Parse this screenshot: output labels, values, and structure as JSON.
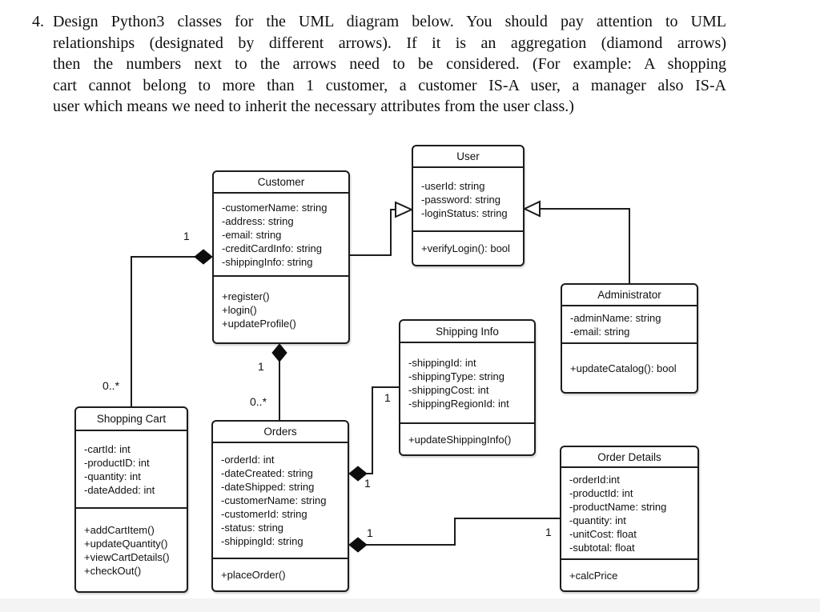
{
  "problem": {
    "number": "4.",
    "lines": [
      "Design Python3 classes for the UML diagram below. You should pay attention to UML",
      "relationships (designated by different arrows). If it is an aggregation (diamond arrows)",
      "then the numbers next to the arrows need to be considered. (For example: A shopping",
      "cart cannot belong to more than 1 customer, a customer IS-A user, a manager also IS-A",
      "user which means we need to inherit the necessary attributes from the user class.)"
    ]
  },
  "diagram": {
    "classes": {
      "user": {
        "title": "User",
        "attributes": [
          "-userId: string",
          "-password: string",
          "-loginStatus: string"
        ],
        "methods": [
          "+verifyLogin(): bool"
        ]
      },
      "customer": {
        "title": "Customer",
        "attributes": [
          "-customerName: string",
          "-address: string",
          "-email: string",
          "-creditCardInfo: string",
          "-shippingInfo: string"
        ],
        "methods": [
          "+register()",
          "+login()",
          "+updateProfile()"
        ]
      },
      "administrator": {
        "title": "Administrator",
        "attributes": [
          "-adminName: string",
          "-email: string"
        ],
        "methods": [
          "+updateCatalog(): bool"
        ]
      },
      "shipping_info": {
        "title": "Shipping Info",
        "attributes": [
          "-shippingId: int",
          "-shippingType: string",
          "-shippingCost: int",
          "-shippingRegionId: int"
        ],
        "methods": [
          "+updateShippingInfo()"
        ]
      },
      "shopping_cart": {
        "title": "Shopping Cart",
        "attributes": [
          "-cartId: int",
          "-productID: int",
          "-quantity: int",
          "-dateAdded: int"
        ],
        "methods": [
          "+addCartItem()",
          "+updateQuantity()",
          "+viewCartDetails()",
          "+checkOut()"
        ]
      },
      "orders": {
        "title": "Orders",
        "attributes": [
          "-orderId: int",
          "-dateCreated: string",
          "-dateShipped: string",
          "-customerName: string",
          "-customerId: string",
          "-status: string",
          "-shippingId: string"
        ],
        "methods": [
          "+placeOrder()"
        ]
      },
      "order_details": {
        "title": "Order Details",
        "attributes": [
          "-orderId:int",
          "-productId: int",
          "-productName: string",
          "-quantity: int",
          "-unitCost: float",
          "-subtotal: float"
        ],
        "methods": [
          "+calcPrice"
        ]
      }
    },
    "relationships": [
      {
        "type": "inheritance",
        "from": "Customer",
        "to": "User"
      },
      {
        "type": "inheritance",
        "from": "Administrator",
        "to": "User"
      },
      {
        "type": "aggregation",
        "from": "Customer",
        "to": "Shopping Cart",
        "from_multiplicity": "1",
        "to_multiplicity": "0..*"
      },
      {
        "type": "aggregation",
        "from": "Customer",
        "to": "Orders",
        "from_multiplicity": "1",
        "to_multiplicity": "0..*"
      },
      {
        "type": "aggregation",
        "from": "Orders",
        "to": "Shipping Info",
        "from_multiplicity": "1",
        "to_multiplicity": "1"
      },
      {
        "type": "aggregation",
        "from": "Orders",
        "to": "Order Details",
        "from_multiplicity": "1",
        "to_multiplicity": "1"
      }
    ],
    "labels": {
      "customer_cart_source": "1",
      "customer_cart_target": "0..*",
      "customer_orders_source": "1",
      "customer_orders_target": "0..*",
      "orders_shipping_source": "1",
      "orders_shipping_target": "1",
      "orders_details_source": "1",
      "orders_details_target": "1"
    },
    "colors": {
      "stroke": "#1c1c1c",
      "box_fill": "#ffffff",
      "page_bg": "#ffffff",
      "footer_bg": "#f4f4f4"
    }
  }
}
